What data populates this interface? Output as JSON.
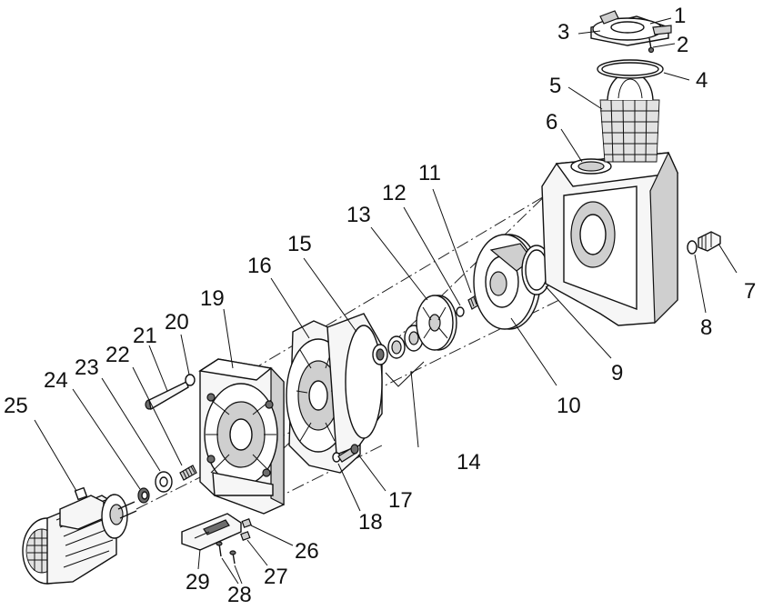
{
  "diagram": {
    "part_labels": [
      {
        "id": "p1",
        "text": "1"
      },
      {
        "id": "p2",
        "text": "2"
      },
      {
        "id": "p3",
        "text": "3"
      },
      {
        "id": "p4",
        "text": "4"
      },
      {
        "id": "p5",
        "text": "5"
      },
      {
        "id": "p6",
        "text": "6"
      },
      {
        "id": "p7",
        "text": "7"
      },
      {
        "id": "p8",
        "text": "8"
      },
      {
        "id": "p9",
        "text": "9"
      },
      {
        "id": "p10",
        "text": "10"
      },
      {
        "id": "p11",
        "text": "11"
      },
      {
        "id": "p12",
        "text": "12"
      },
      {
        "id": "p13",
        "text": "13"
      },
      {
        "id": "p14",
        "text": "14"
      },
      {
        "id": "p15",
        "text": "15"
      },
      {
        "id": "p16",
        "text": "16"
      },
      {
        "id": "p17",
        "text": "17"
      },
      {
        "id": "p18",
        "text": "18"
      },
      {
        "id": "p19",
        "text": "19"
      },
      {
        "id": "p20",
        "text": "20"
      },
      {
        "id": "p21",
        "text": "21"
      },
      {
        "id": "p22",
        "text": "22"
      },
      {
        "id": "p23",
        "text": "23"
      },
      {
        "id": "p24",
        "text": "24"
      },
      {
        "id": "p25",
        "text": "25"
      },
      {
        "id": "p26",
        "text": "26"
      },
      {
        "id": "p27",
        "text": "27"
      },
      {
        "id": "p28",
        "text": "28"
      },
      {
        "id": "p29",
        "text": "29"
      }
    ]
  }
}
